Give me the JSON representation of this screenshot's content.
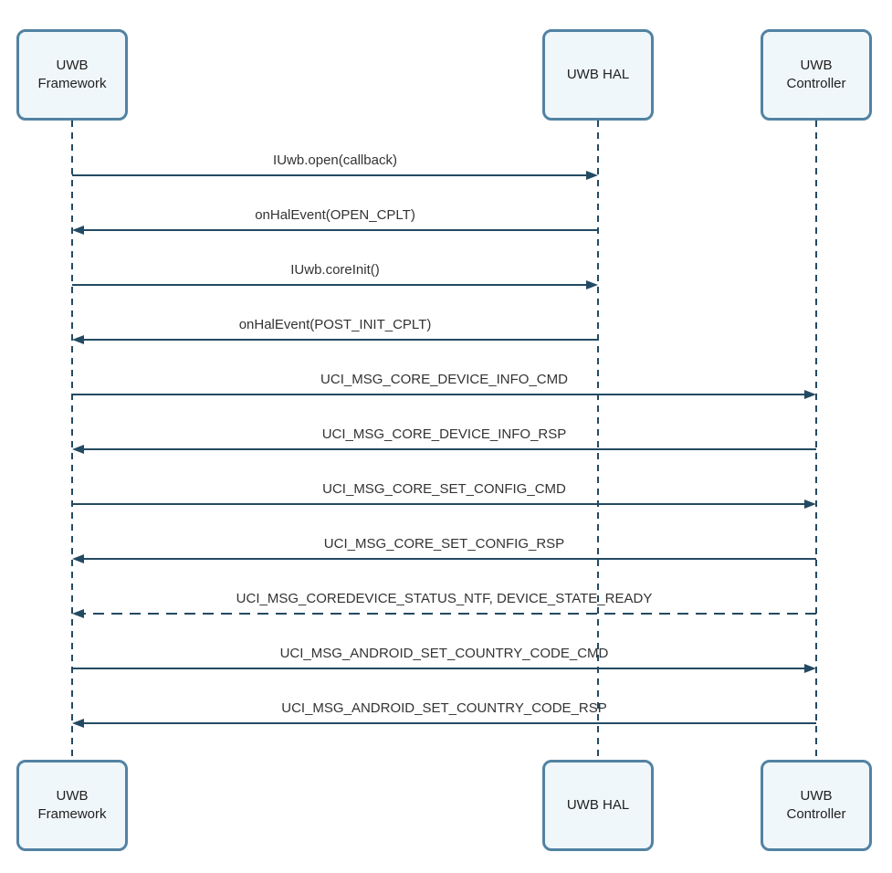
{
  "diagram_type": "uml-sequence",
  "colors": {
    "background": "#ffffff",
    "box_fill": "#f0f7fb",
    "box_border": "#5282a2",
    "line": "#234a63",
    "actor_text": "#1f1f1f",
    "label_text": "#333333"
  },
  "actors": [
    {
      "id": "framework",
      "label": "UWB Framework"
    },
    {
      "id": "hal",
      "label": "UWB HAL"
    },
    {
      "id": "controller",
      "label": "UWB Controller"
    }
  ],
  "messages": [
    {
      "label": "IUwb.open(callback)",
      "from": "framework",
      "to": "hal",
      "line": "solid"
    },
    {
      "label": "onHalEvent(OPEN_CPLT)",
      "from": "hal",
      "to": "framework",
      "line": "solid"
    },
    {
      "label": "IUwb.coreInit()",
      "from": "framework",
      "to": "hal",
      "line": "solid"
    },
    {
      "label": "onHalEvent(POST_INIT_CPLT)",
      "from": "hal",
      "to": "framework",
      "line": "solid"
    },
    {
      "label": "UCI_MSG_CORE_DEVICE_INFO_CMD",
      "from": "framework",
      "to": "controller",
      "line": "solid"
    },
    {
      "label": "UCI_MSG_CORE_DEVICE_INFO_RSP",
      "from": "controller",
      "to": "framework",
      "line": "solid"
    },
    {
      "label": "UCI_MSG_CORE_SET_CONFIG_CMD",
      "from": "framework",
      "to": "controller",
      "line": "solid"
    },
    {
      "label": "UCI_MSG_CORE_SET_CONFIG_RSP",
      "from": "controller",
      "to": "framework",
      "line": "solid"
    },
    {
      "label": "UCI_MSG_COREDEVICE_STATUS_NTF, DEVICE_STATE_READY",
      "from": "controller",
      "to": "framework",
      "line": "dashed"
    },
    {
      "label": "UCI_MSG_ANDROID_SET_COUNTRY_CODE_CMD",
      "from": "framework",
      "to": "controller",
      "line": "solid"
    },
    {
      "label": "UCI_MSG_ANDROID_SET_COUNTRY_CODE_RSP",
      "from": "controller",
      "to": "framework",
      "line": "solid"
    }
  ]
}
